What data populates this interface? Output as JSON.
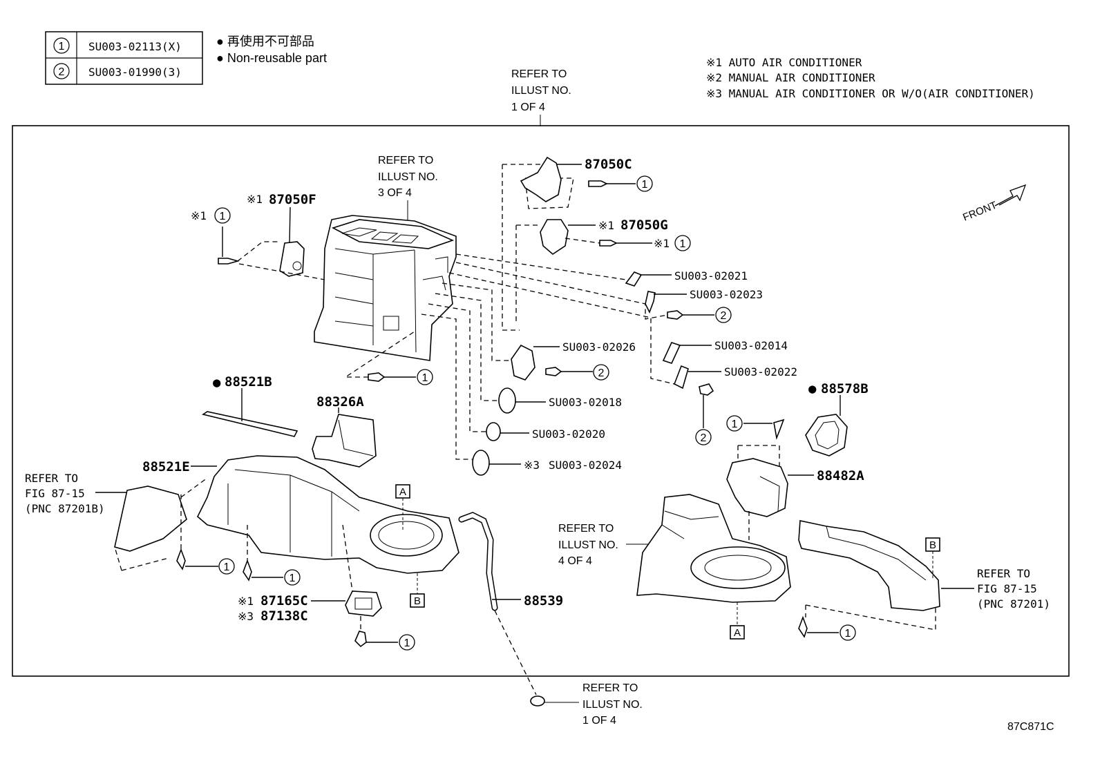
{
  "legend": {
    "rows": [
      {
        "num": "1",
        "code": "SU003-02113(X)"
      },
      {
        "num": "2",
        "code": "SU003-01990(3)"
      }
    ],
    "nonreusable_jp": "● 再使用不可部品",
    "nonreusable_en": "● Non-reusable part"
  },
  "notes": [
    "※1  AUTO AIR CONDITIONER",
    "※2  MANUAL AIR CONDITIONER",
    "※3  MANUAL AIR CONDITIONER OR W/O(AIR CONDITIONER)"
  ],
  "refs": {
    "top": [
      "REFER TO",
      "ILLUST NO.",
      "1 OF 4"
    ],
    "mid": [
      "REFER TO",
      "ILLUST NO.",
      "3 OF 4"
    ],
    "right_mid": [
      "REFER TO",
      "ILLUST NO.",
      "4 OF 4"
    ],
    "bottom": [
      "REFER TO",
      "ILLUST NO.",
      "1 OF 4"
    ],
    "left": [
      "REFER TO",
      "FIG 87-15",
      "(PNC 87201B)"
    ],
    "right": [
      "REFER TO",
      "FIG 87-15",
      "(PNC 87201)"
    ]
  },
  "front": "FRONT",
  "parts": {
    "p87050C": "87050C",
    "p87050F": "87050F",
    "p87050G": "87050G",
    "p88521B": "88521B",
    "p88326A": "88326A",
    "p88521E": "88521E",
    "p88578B": "88578B",
    "p88482A": "88482A",
    "p88539": "88539",
    "p87165C": "87165C",
    "p87138C": "87138C",
    "s02021": "SU003-02021",
    "s02023": "SU003-02023",
    "s02026": "SU003-02026",
    "s02014": "SU003-02014",
    "s02022": "SU003-02022",
    "s02018": "SU003-02018",
    "s02020": "SU003-02020",
    "s02024": "SU003-02024"
  },
  "marks": {
    "m1": "※1",
    "m3": "※3",
    "dot": "●",
    "c1": "1",
    "c2": "2",
    "A": "A",
    "B": "B"
  },
  "figure_id": "87C871C"
}
